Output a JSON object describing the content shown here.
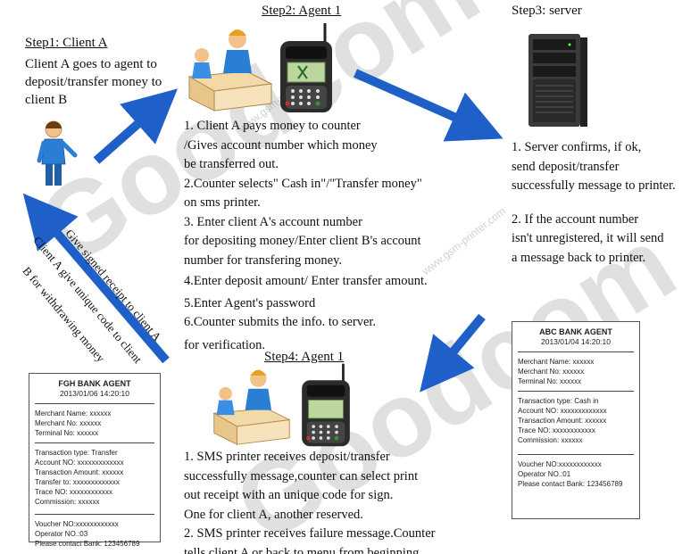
{
  "step1": {
    "title": "Step1: Client A",
    "lines": [
      "Client A goes to agent to",
      "deposit/transfer money to",
      "client B"
    ]
  },
  "step2": {
    "title": "Step2: Agent 1",
    "lines": [
      "1. Client A pays money to counter",
      "/Gives account number which money",
      "be transferred out.",
      "2.Counter selects\" Cash in\"/\"Transfer money\"",
      "on sms printer.",
      "3. Enter client A's account number",
      "for depositing money/Enter client B's account",
      "number for transfering money.",
      "4.Enter deposit amount/ Enter transfer amount.",
      "5.Enter Agent's password",
      "6.Counter submits the info. to server.",
      "for verification."
    ]
  },
  "step3": {
    "title": "Step3: server",
    "lines": [
      "1. Server confirms, if ok,",
      "send deposit/transfer",
      "successfully message to printer.",
      "2. If the account number",
      "isn't unregistered, it will send",
      "a message back to printer."
    ]
  },
  "step4": {
    "title": "Step4: Agent 1",
    "lines": [
      "1. SMS printer receives deposit/transfer",
      "successfully message,counter can select print",
      "out receipt with an unique code for sign.",
      "One for client A, another reserved.",
      "2. SMS printer receives failure message.Counter",
      "tells client A or back to menu from beginning."
    ]
  },
  "diagonal_texts": [
    "Give signed receipt to client A",
    "Client A give unique code to client",
    "B for withdrawing money"
  ],
  "receipt_abc": {
    "title": "ABC BANK AGENT",
    "date": "2013/01/04   14:20:10",
    "block1": [
      "Merchant Name: xxxxxx",
      "Merchant No: xxxxxx",
      "Terminal No: xxxxxx"
    ],
    "block2": [
      "Transaction type: Cash in",
      "Account NO: xxxxxxxxxxxxx",
      "Transaction Amount: xxxxxx",
      "Trace NO: xxxxxxxxxxxx",
      "Commission: xxxxxx"
    ],
    "block3": [
      "Voucher NO:xxxxxxxxxxxx",
      "Operator NO.:01",
      "Please contact Bank:  123456789"
    ]
  },
  "receipt_fgh": {
    "title": "FGH BANK AGENT",
    "date": "2013/01/06   14:20:10",
    "block1": [
      "Merchant Name: xxxxxx",
      "Merchant No: xxxxxx",
      "Terminal No: xxxxxx"
    ],
    "block2": [
      "Transaction type: Transfer",
      "Account NO: xxxxxxxxxxxxx",
      "Transaction Amount: xxxxxx",
      "Transfer to: xxxxxxxxxxxxx",
      "Trace NO: xxxxxxxxxxxx",
      "Commission: xxxxxx"
    ],
    "block3": [
      "Voucher NO:xxxxxxxxxxxx",
      "Operator NO.:03",
      "Please contact Bank:  123456789"
    ]
  },
  "watermarks": {
    "big1": "Goodcom",
    "big2": "Goodcom",
    "small1": "www.gsm-printer.com",
    "small2": "www.gsm-printer.com"
  },
  "colors": {
    "arrow": "#1f5fc8",
    "person": "#2a7fd4",
    "skin": "#f2c28a"
  }
}
